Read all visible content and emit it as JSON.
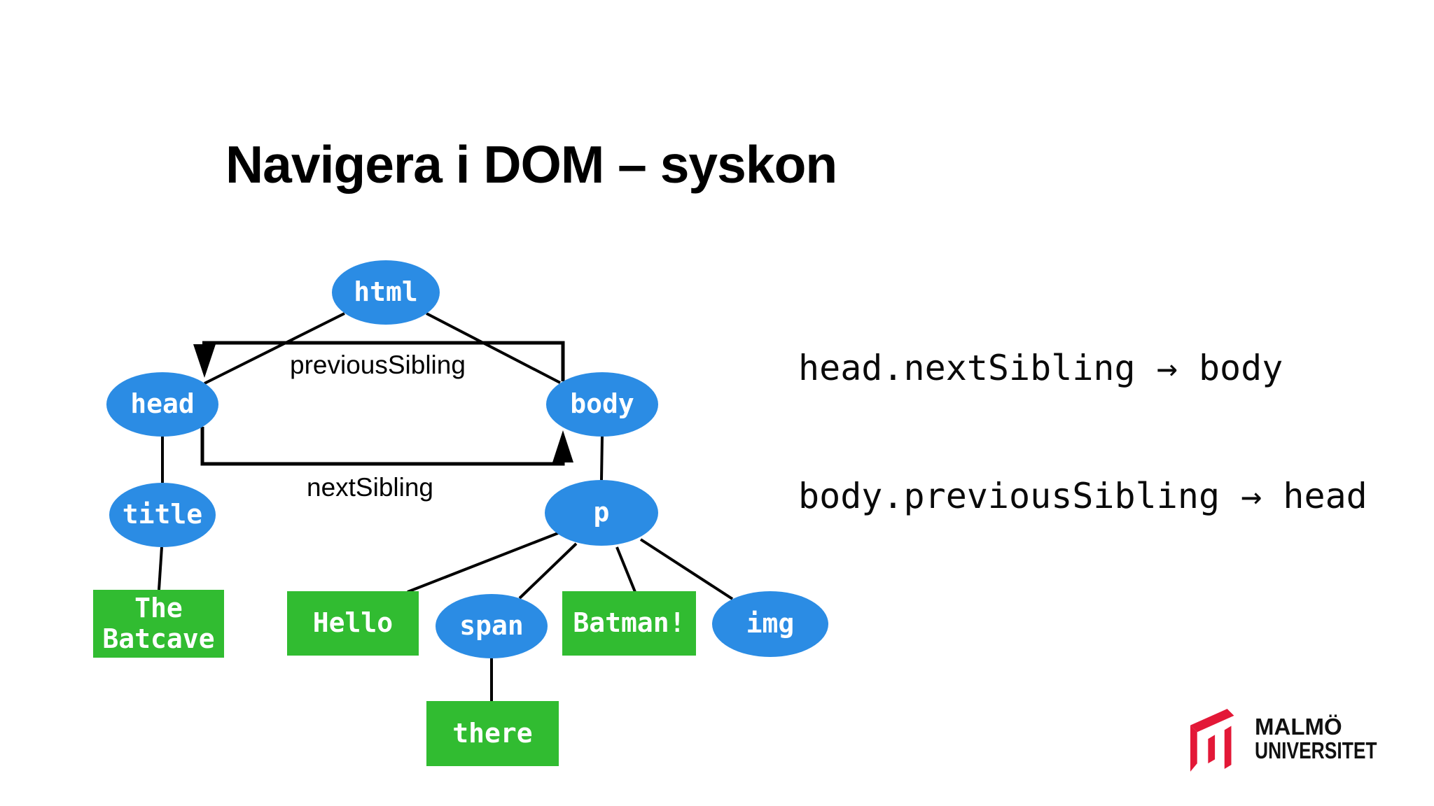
{
  "slide": {
    "title": "Navigera i DOM – syskon"
  },
  "code": {
    "line1": "head.nextSibling → body",
    "line2": "body.previousSibling → head"
  },
  "diagram": {
    "edge_labels": {
      "previous": "previousSibling",
      "next": "nextSibling"
    },
    "nodes": {
      "html": {
        "label": "html",
        "type": "element"
      },
      "head": {
        "label": "head",
        "type": "element"
      },
      "body": {
        "label": "body",
        "type": "element"
      },
      "title": {
        "label": "title",
        "type": "element"
      },
      "p": {
        "label": "p",
        "type": "element"
      },
      "span": {
        "label": "span",
        "type": "element"
      },
      "img": {
        "label": "img",
        "type": "element"
      },
      "batcave": {
        "label": "The Batcave",
        "type": "text"
      },
      "hello": {
        "label": "Hello",
        "type": "text"
      },
      "batman": {
        "label": "Batman!",
        "type": "text"
      },
      "there": {
        "label": "there",
        "type": "text"
      }
    },
    "tree": {
      "html": [
        "head",
        "body"
      ],
      "head": [
        "title"
      ],
      "title": [
        "The Batcave"
      ],
      "body": [
        "p"
      ],
      "p": [
        "Hello",
        "span",
        "Batman!",
        "img"
      ],
      "span": [
        "there"
      ]
    },
    "sibling_arrows": [
      {
        "from": "body",
        "to": "head",
        "label": "previousSibling"
      },
      {
        "from": "head",
        "to": "body",
        "label": "nextSibling"
      }
    ]
  },
  "logo": {
    "line1": "MALMÖ",
    "line2": "UNIVERSITET"
  },
  "colors": {
    "element_node_blue": "#2b8ce4",
    "text_node_green": "#31bc31",
    "edge_black": "#000000",
    "node_text_white": "#ffffff",
    "logo_red": "#e31837",
    "background": "#ffffff"
  }
}
